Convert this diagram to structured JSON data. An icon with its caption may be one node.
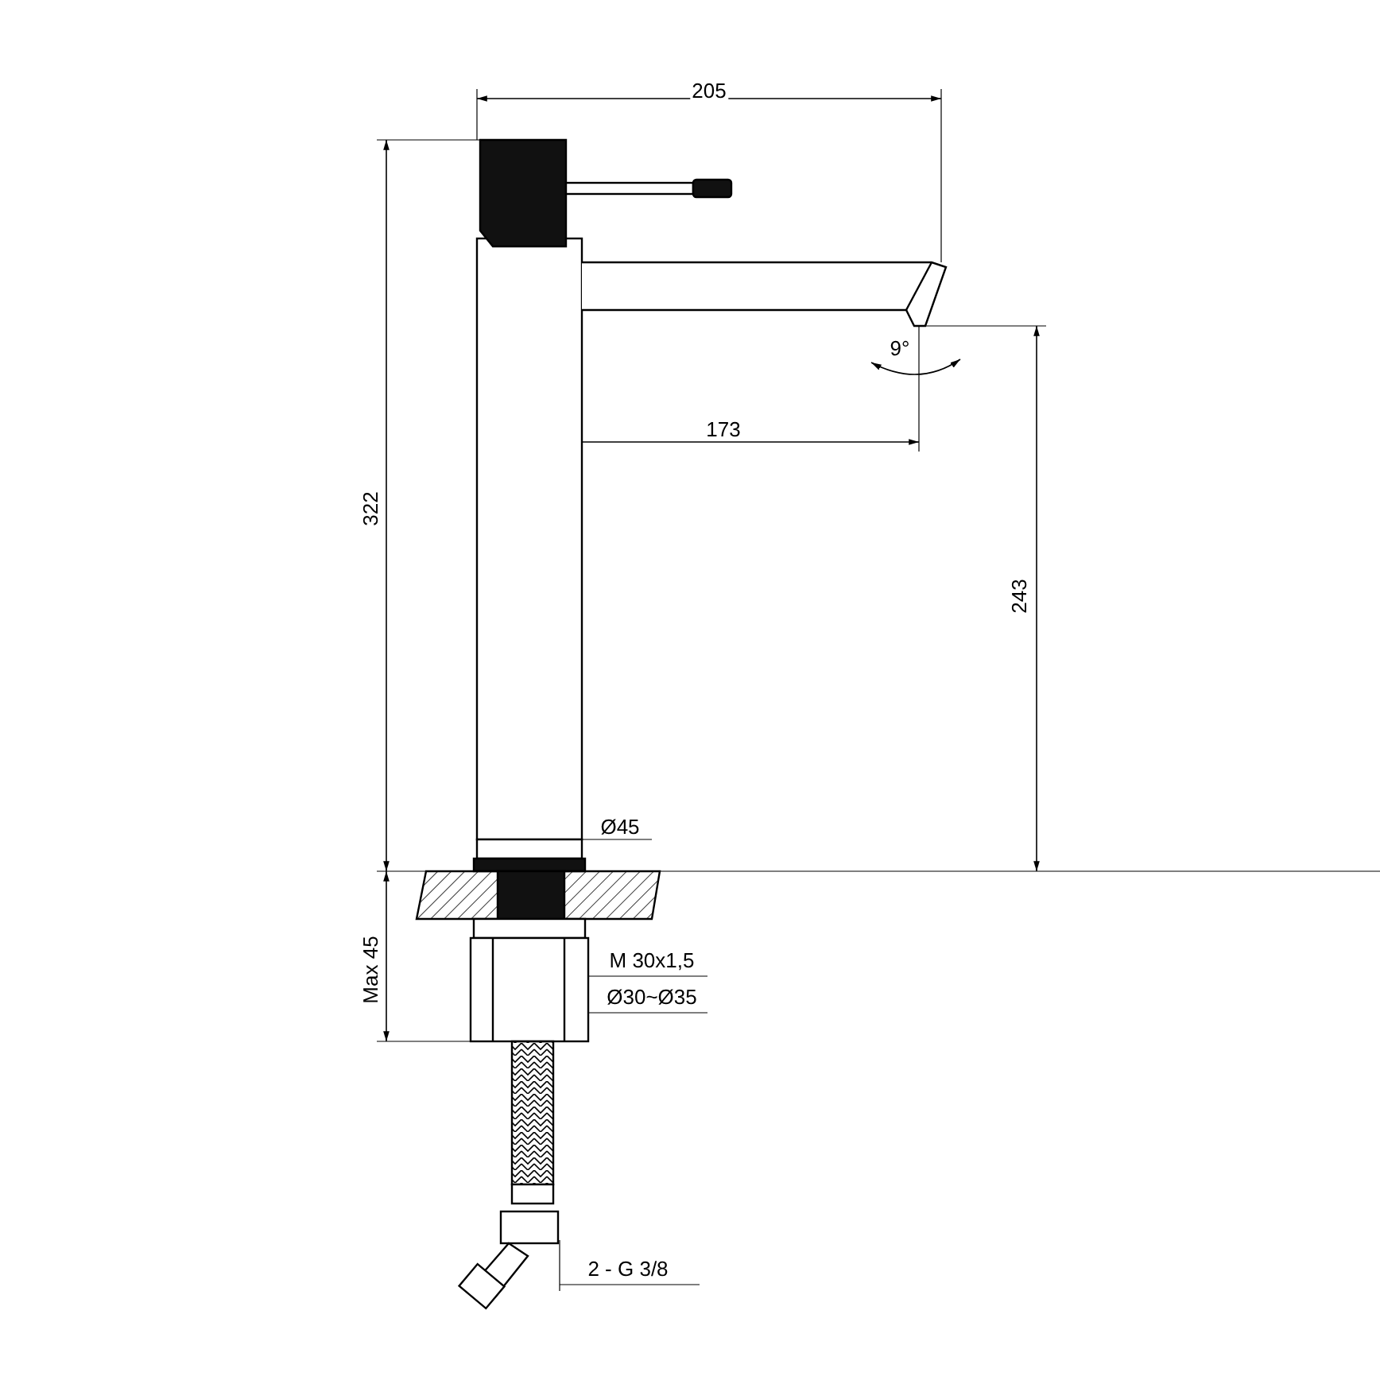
{
  "diagram": {
    "labels": [
      "205",
      "9°",
      "173",
      "322",
      "243",
      "Ø45",
      "Max 45",
      "M 30x1,5",
      "Ø30~Ø35",
      "2 - G 3/8"
    ]
  }
}
